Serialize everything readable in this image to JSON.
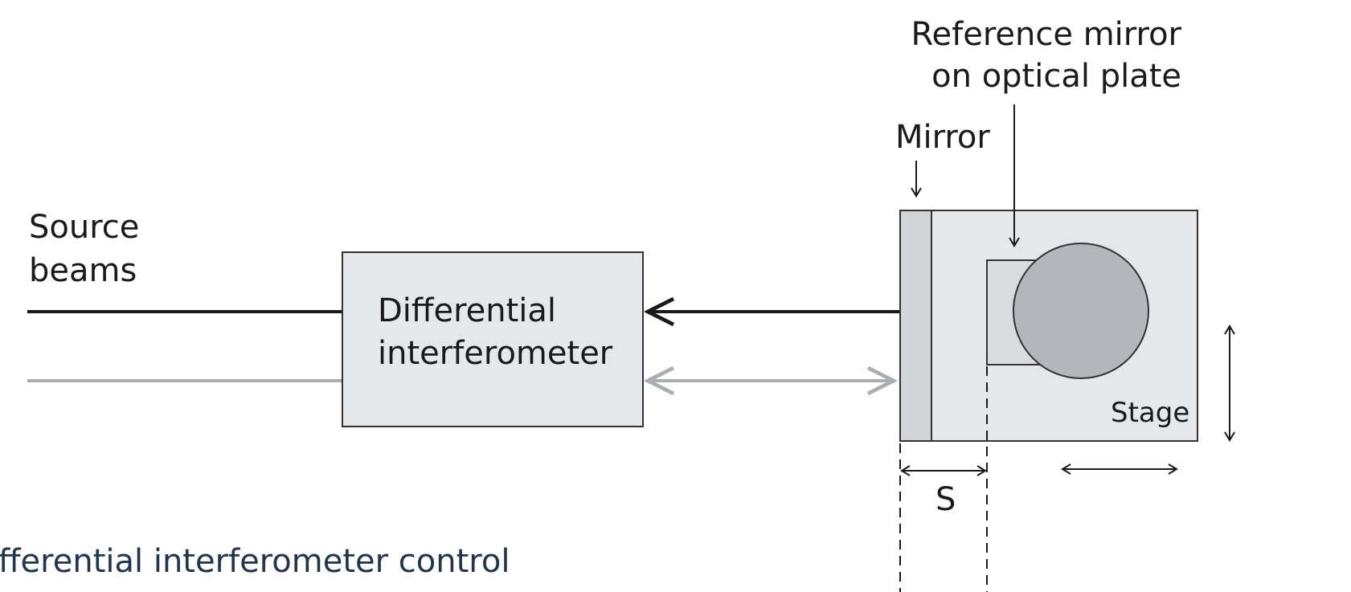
{
  "labels": {
    "source_line1": "Source",
    "source_line2": "beams",
    "interferometer_line1": "Differential",
    "interferometer_line2": "interferometer",
    "reference_line1": "Reference mirror",
    "reference_line2": "on optical plate",
    "mirror": "Mirror",
    "stage": "Stage",
    "distance": "S",
    "caption": "fferential interferometer control"
  },
  "colors": {
    "line_dark": "#1a1a1a",
    "line_light": "#a9aeb2",
    "box_fill": "#e6e7e8",
    "mirror_strip_fill": "#d2d4d6",
    "plate_fill": "#d9dbdd",
    "circle_fill": "#b3b6ba",
    "caption_text": "#1f3550"
  }
}
